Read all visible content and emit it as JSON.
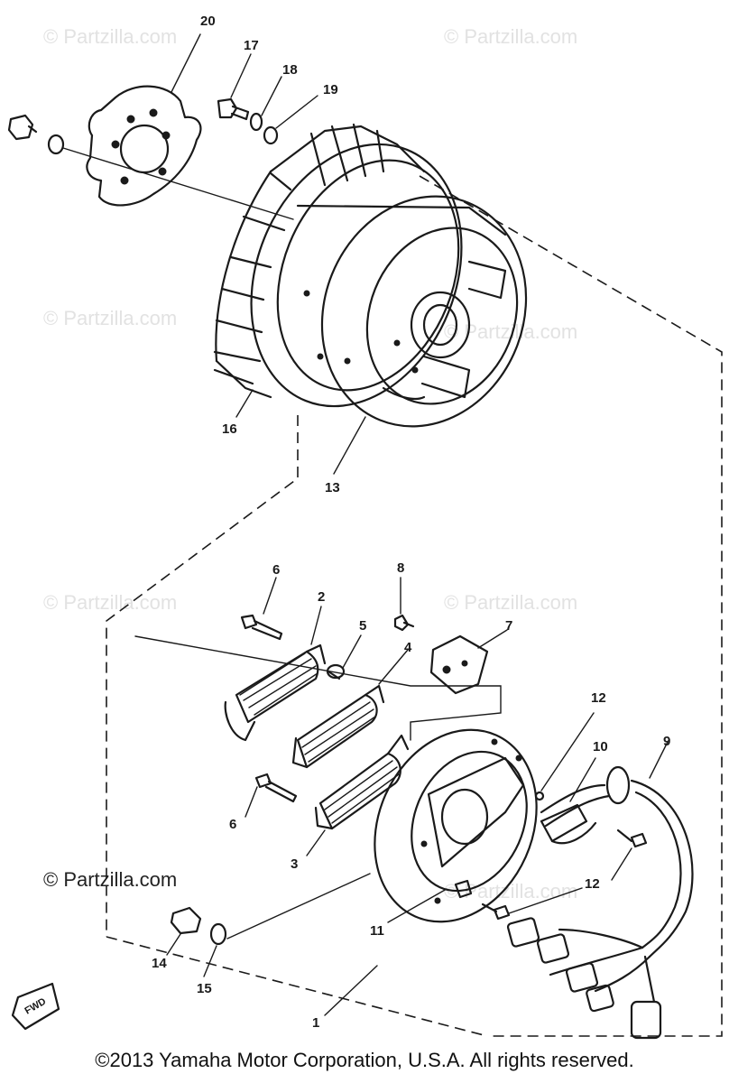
{
  "watermark": "© Partzilla.com",
  "copyright": "©2013  Yamaha Motor Corporation, U.S.A. All rights reserved.",
  "fwd_label": "FWD",
  "callouts": [
    {
      "id": "c20",
      "label": "20"
    },
    {
      "id": "c17",
      "label": "17"
    },
    {
      "id": "c18",
      "label": "18"
    },
    {
      "id": "c19",
      "label": "19"
    },
    {
      "id": "c16",
      "label": "16"
    },
    {
      "id": "c13",
      "label": "13"
    },
    {
      "id": "c6a",
      "label": "6"
    },
    {
      "id": "c2",
      "label": "2"
    },
    {
      "id": "c5",
      "label": "5"
    },
    {
      "id": "c8",
      "label": "8"
    },
    {
      "id": "c4",
      "label": "4"
    },
    {
      "id": "c7",
      "label": "7"
    },
    {
      "id": "c12a",
      "label": "12"
    },
    {
      "id": "c10",
      "label": "10"
    },
    {
      "id": "c9",
      "label": "9"
    },
    {
      "id": "c6b",
      "label": "6"
    },
    {
      "id": "c3",
      "label": "3"
    },
    {
      "id": "c12b",
      "label": "12"
    },
    {
      "id": "c11",
      "label": "11"
    },
    {
      "id": "c14",
      "label": "14"
    },
    {
      "id": "c15",
      "label": "15"
    },
    {
      "id": "c1",
      "label": "1"
    }
  ]
}
